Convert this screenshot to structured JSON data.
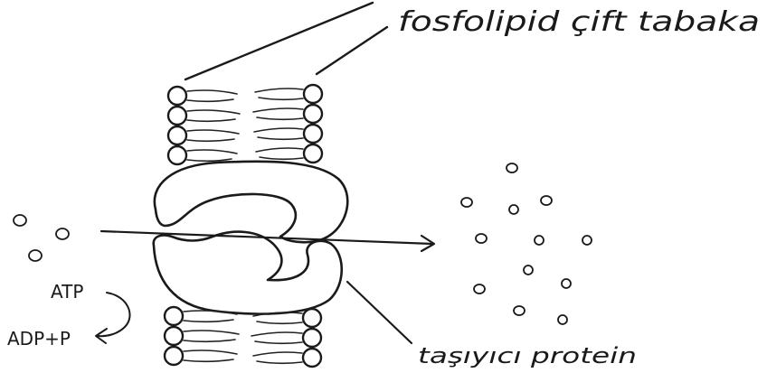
{
  "labels": {
    "bilayer": "fosfolipid çift tabaka",
    "carrier": "taşıyıcı protein",
    "atp": "ATP",
    "adp": "ADP+P"
  },
  "molecules": {
    "left_count": 3,
    "right_count": 12
  }
}
